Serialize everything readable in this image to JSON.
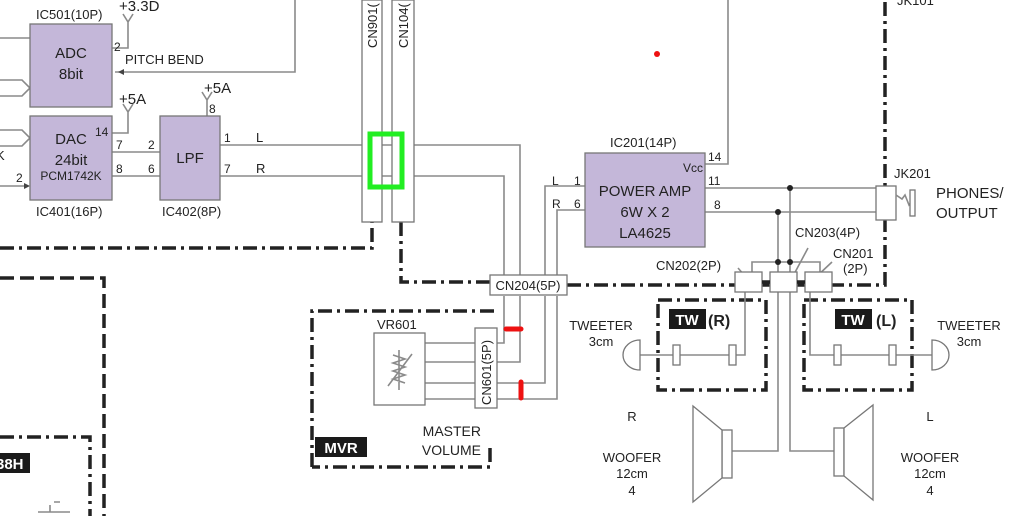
{
  "colors": {
    "ic_fill": "#c4b7d9",
    "highlight_green": "#22ee22",
    "marker_red": "#ee1111",
    "label_bg": "#1a1a1a"
  },
  "ic501": {
    "ref": "IC501(10P)",
    "line1": "ADC",
    "line2": "8bit",
    "pin_supply": "2",
    "supply": "+3.3D",
    "signal": "PITCH BEND"
  },
  "ic401": {
    "ref": "IC401(16P)",
    "line1": "DAC",
    "line2": "24bit",
    "line3": "PCM1742K",
    "pin14": "14",
    "pin7": "7",
    "pin8": "8",
    "pin2": "2",
    "supply": "+5A",
    "left_label": "K"
  },
  "ic402": {
    "ref": "IC402(8P)",
    "name": "LPF",
    "pin8": "8",
    "pin2": "2",
    "pin6": "6",
    "pin1": "1",
    "pin7": "7",
    "supply": "+5A",
    "out_l": "L",
    "out_r": "R"
  },
  "connectors": {
    "cn901": "CN901(",
    "cn104": "CN104(",
    "cn204": "CN204(5P)",
    "cn601": "CN601(5P)",
    "cn202": "CN202(2P)",
    "cn203": "CN203(4P)",
    "cn201_a": "CN201",
    "cn201_b": "(2P)"
  },
  "ic201": {
    "ref": "IC201(14P)",
    "line1": "POWER AMP",
    "line2": "6W X 2",
    "line3": "LA4625",
    "vcc": "Vcc",
    "pin14": "14",
    "pin11": "11",
    "pin8": "8",
    "pin1": "1",
    "pin6": "6",
    "in_l": "L",
    "in_r": "R"
  },
  "jack": {
    "ref_top": "JK101",
    "ref": "JK201",
    "label1": "PHONES/",
    "label2": "OUTPUT"
  },
  "mvr": {
    "badge": "MVR",
    "vr": "VR601",
    "label1": "MASTER",
    "label2": "VOLUME"
  },
  "tw_r": {
    "badge": "TW",
    "side": "(R)",
    "name": "TWEETER",
    "size": "3cm"
  },
  "tw_l": {
    "badge": "TW",
    "side": "(L)",
    "name": "TWEETER",
    "size": "3cm"
  },
  "woofer_r": {
    "side": "R",
    "name": "WOOFER",
    "size": "12cm",
    "imp": "4"
  },
  "woofer_l": {
    "side": "L",
    "name": "WOOFER",
    "size": "12cm",
    "imp": "4"
  },
  "partial": {
    "badge_left": "38H"
  }
}
